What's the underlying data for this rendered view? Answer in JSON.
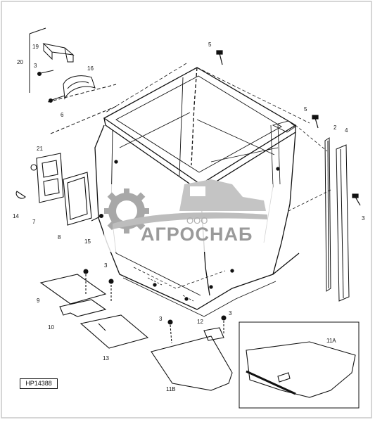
{
  "labels": {
    "l20": "20",
    "l19": "19",
    "l3a": "3",
    "l16": "16",
    "l6": "6",
    "l5a": "5",
    "l5b": "5",
    "l2": "2",
    "l4": "4",
    "l3b": "3",
    "l21": "21",
    "l14": "14",
    "l7": "7",
    "l8": "8",
    "l15": "15",
    "l3c": "3",
    "l9": "9",
    "l10": "10",
    "l13": "13",
    "l3d": "3",
    "l3e": "3",
    "l12": "12",
    "l11b": "11B",
    "l11a": "11A"
  },
  "figure_code": "HP14388",
  "watermark": {
    "company_prefix": "ООО",
    "company_name": "АГРОСНАБ"
  }
}
